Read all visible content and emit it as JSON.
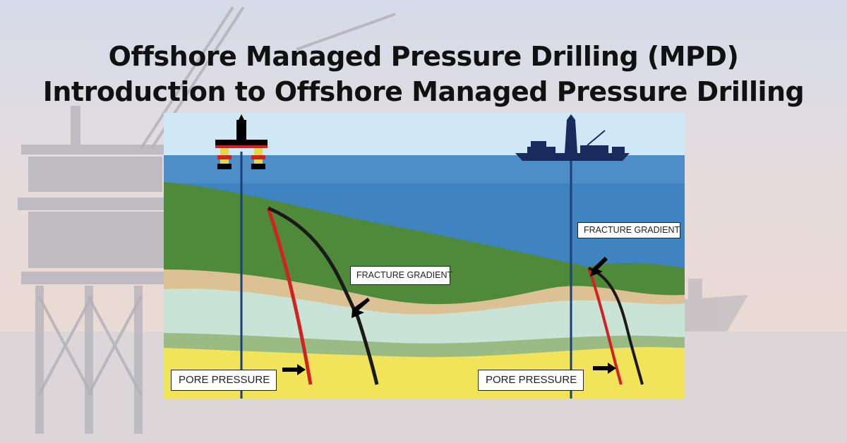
{
  "header": {
    "title_line1": "Offshore Managed Pressure Drilling (MPD)",
    "title_line2": "Introduction to Offshore Managed Pressure Drilling"
  },
  "diagram": {
    "labels": {
      "fracture_gradient_left": "FRACTURE GRADIENT",
      "fracture_gradient_right": "FRACTURE GRADIENT",
      "pore_pressure_left": "PORE PRESSURE",
      "pore_pressure_right": "PORE PRESSURE"
    },
    "colors": {
      "sky": "#cfe8f5",
      "sea": "#3f83c0",
      "seabed": "#4f8a3a",
      "sand": "#dcc195",
      "light_layer": "#c9e3d6",
      "mid_layer": "#9bbb85",
      "yellow_layer": "#f1e35a",
      "pore_pressure_line": "#d0231f",
      "fracture_gradient_line": "#1a1a1a",
      "vessel": "#1b2a5c"
    },
    "icons": [
      "semisubmersible-rig-icon",
      "drillship-icon",
      "arrow-icon"
    ]
  }
}
